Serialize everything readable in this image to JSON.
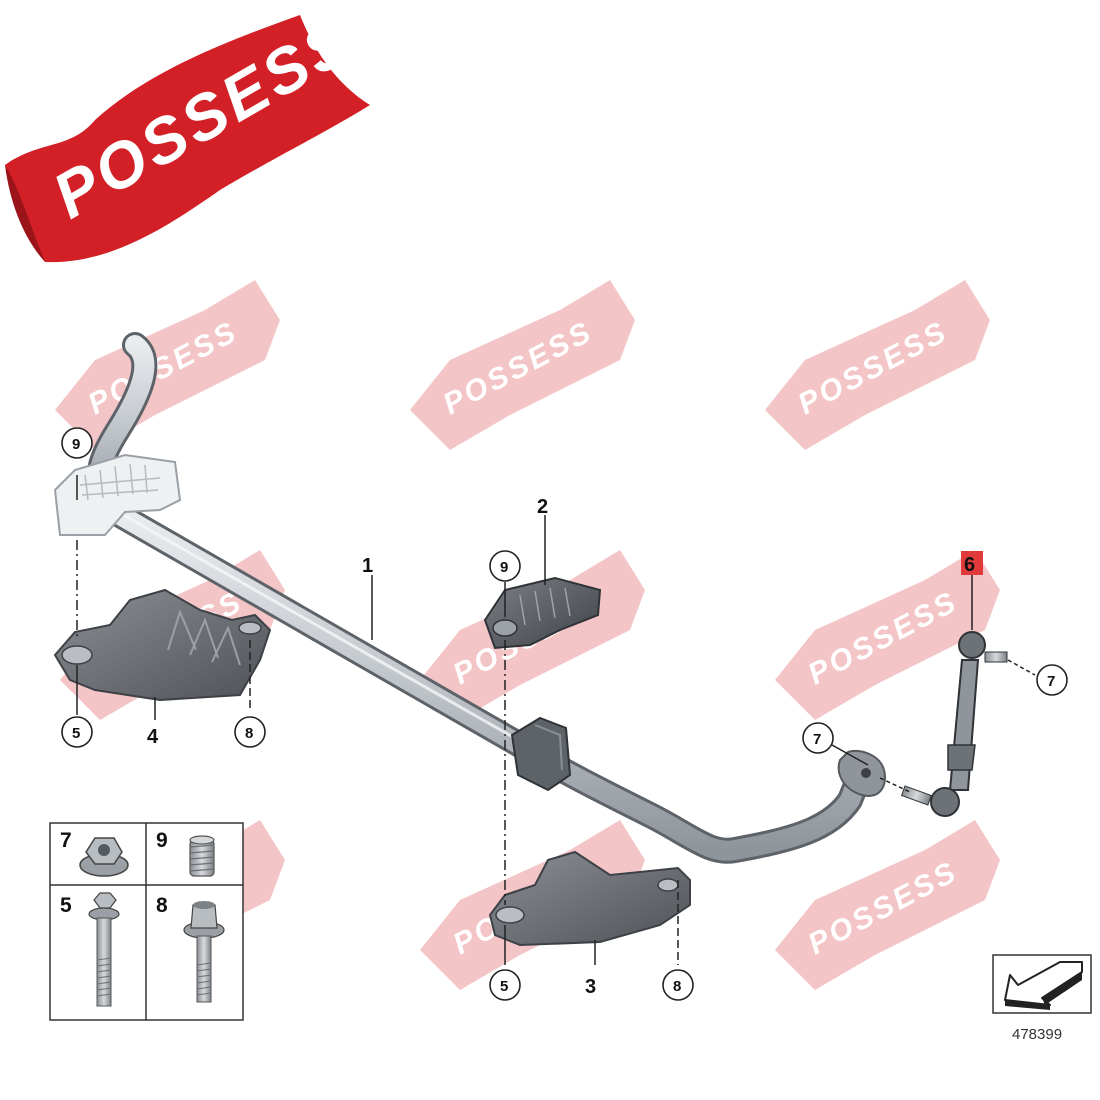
{
  "brand": {
    "name": "POSSESS",
    "color": "#d31f26",
    "watermark_color": "#f0b3b5"
  },
  "diagram": {
    "id": "478399",
    "highlight_color": "#e03a3a",
    "callouts": {
      "stabilizer_bar": "1",
      "upper_bushing": "2",
      "bracket_right": "3",
      "bracket_left": "4",
      "link_rod": "6"
    },
    "circled_refs": {
      "bolt": "5",
      "nut": "7",
      "screw": "8",
      "insert": "9"
    }
  },
  "legend": {
    "cells": [
      {
        "num": "7",
        "part_icon": "flange-nut-icon"
      },
      {
        "num": "9",
        "part_icon": "threaded-insert-icon"
      },
      {
        "num": "5",
        "part_icon": "hex-bolt-icon"
      },
      {
        "num": "8",
        "part_icon": "torx-bolt-icon"
      }
    ]
  }
}
